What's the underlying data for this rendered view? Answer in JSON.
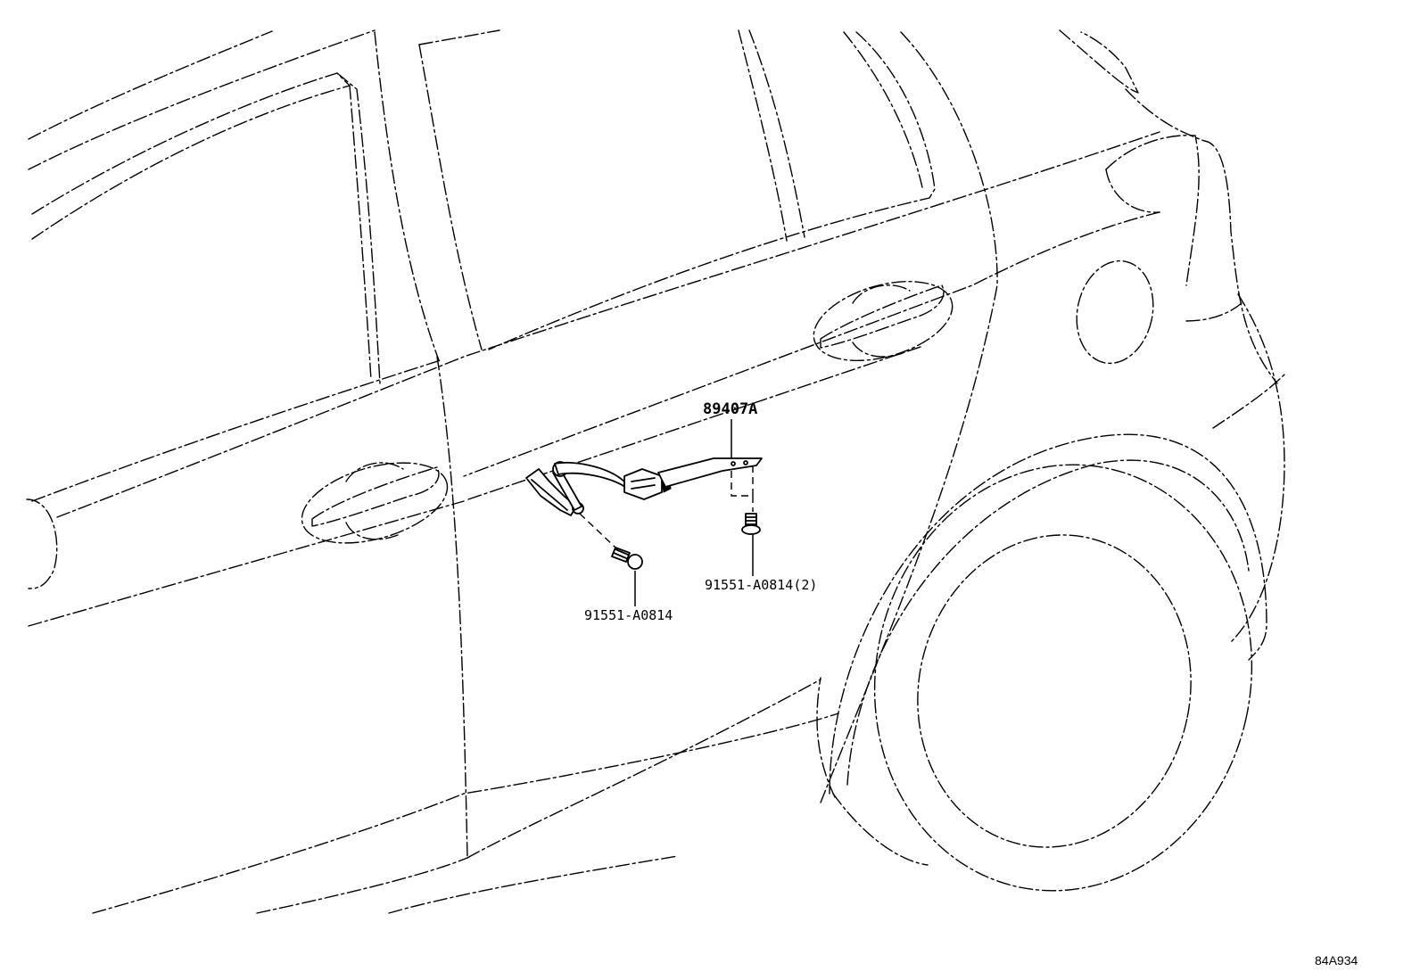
{
  "callouts": {
    "sensor_part": "89407A",
    "bolt_lower": "91551-A0814",
    "bolt_upper": "91551-A0814(2)"
  },
  "figure_id": "84A934"
}
